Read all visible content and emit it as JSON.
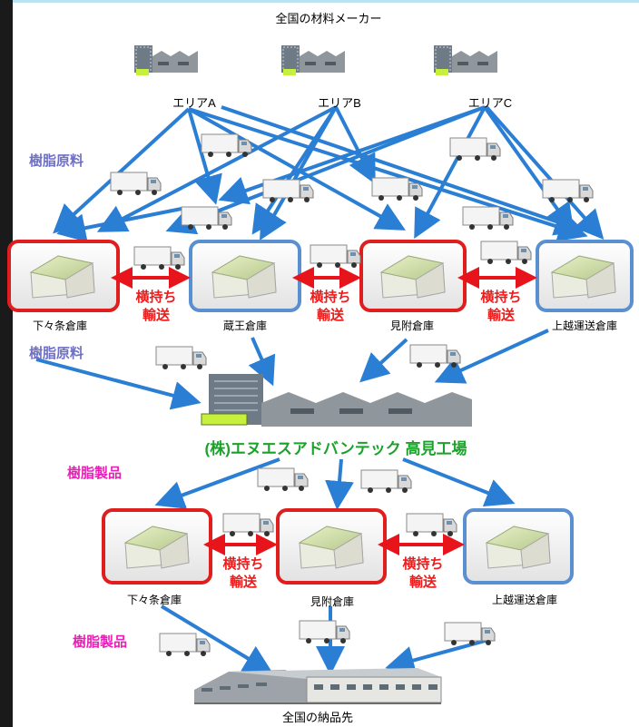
{
  "title_top": "全国の材料メーカー",
  "areas": [
    "エリアA",
    "エリアB",
    "エリアC"
  ],
  "label_resin_raw": "樹脂原料",
  "label_resin_product": "樹脂製品",
  "warehouses_top": [
    "下々条倉庫",
    "蔵王倉庫",
    "見附倉庫",
    "上越運送倉庫"
  ],
  "warehouses_bottom": [
    "下々条倉庫",
    "見附倉庫",
    "上越運送倉庫"
  ],
  "transfer_line1": "横持ち",
  "transfer_line2": "輸送",
  "factory_name": "(株)エヌエスアドバンテック 高見工場",
  "destination": "全国の納品先",
  "colors": {
    "red_frame": "#e01e1e",
    "blue_frame": "#5a8fd0",
    "arrow_blue": "#2a7fd4",
    "arrow_red": "#e8141c"
  }
}
